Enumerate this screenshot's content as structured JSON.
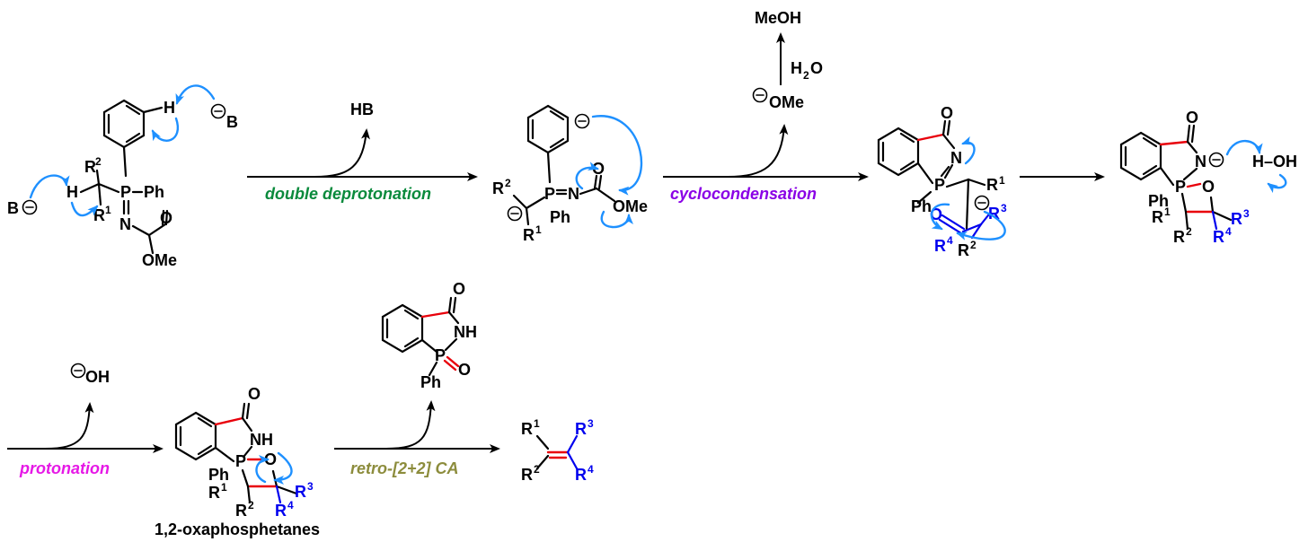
{
  "steps": {
    "step1": "double deprotonation",
    "step2": "cyclocondensation",
    "step3": "protonation",
    "step4": "retro-[2+2] CA"
  },
  "colors": {
    "step1": "#0a8a3c",
    "step2": "#8a00e6",
    "step3": "#e619e6",
    "step4": "#8c8c3c",
    "red_bond": "#e8000b",
    "blue_group": "#0000ee",
    "curly_arrow": "#1e90ff"
  },
  "byproducts": {
    "hb": "HB",
    "meoh": "MeOH",
    "water": "H",
    "water_sub": "2",
    "water_o": "O",
    "methoxide": "OMe",
    "hydroxide": "OH",
    "h_oh": "H–OH",
    "base": "B",
    "phthalimide_nh": "NH",
    "phthalimide_ph": "Ph"
  },
  "labels": {
    "product_caption": "1,2-oxaphosphetanes",
    "ph": "Ph",
    "ome": "OMe",
    "o": "O",
    "n": "N",
    "p": "P",
    "h": "H",
    "nh": "NH",
    "r": "R",
    "r1": "1",
    "r2": "2",
    "r3": "3",
    "r4": "4"
  }
}
